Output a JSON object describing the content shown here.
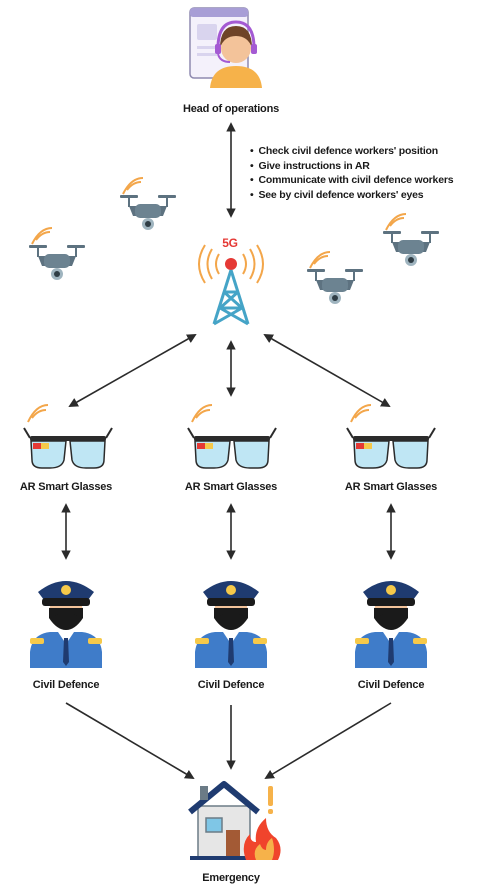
{
  "head": {
    "label": "Head of operations"
  },
  "tasks": [
    "Check civil defence workers' position",
    "Give instructions in AR",
    "Communicate with civil defence workers",
    "See by civil defence workers' eyes"
  ],
  "tower": {
    "label": "5G"
  },
  "glasses": [
    {
      "label": "AR Smart Glasses"
    },
    {
      "label": "AR Smart Glasses"
    },
    {
      "label": "AR Smart Glasses"
    }
  ],
  "workers": [
    {
      "label": "Civil Defence"
    },
    {
      "label": "Civil Defence"
    },
    {
      "label": "Civil Defence"
    }
  ],
  "emergency": {
    "label": "Emergency"
  },
  "colors": {
    "arrow": "#2b2b2b",
    "signal": "#f3a64a",
    "tower": "#45a4c7",
    "tower_dot": "#e53935",
    "label_5g": "#e53935",
    "drone": "#5d7280",
    "lens": "#bfe6f4",
    "uniform": "#3f7cc9",
    "cap": "#1f3b70",
    "fire": "#f0442c"
  }
}
